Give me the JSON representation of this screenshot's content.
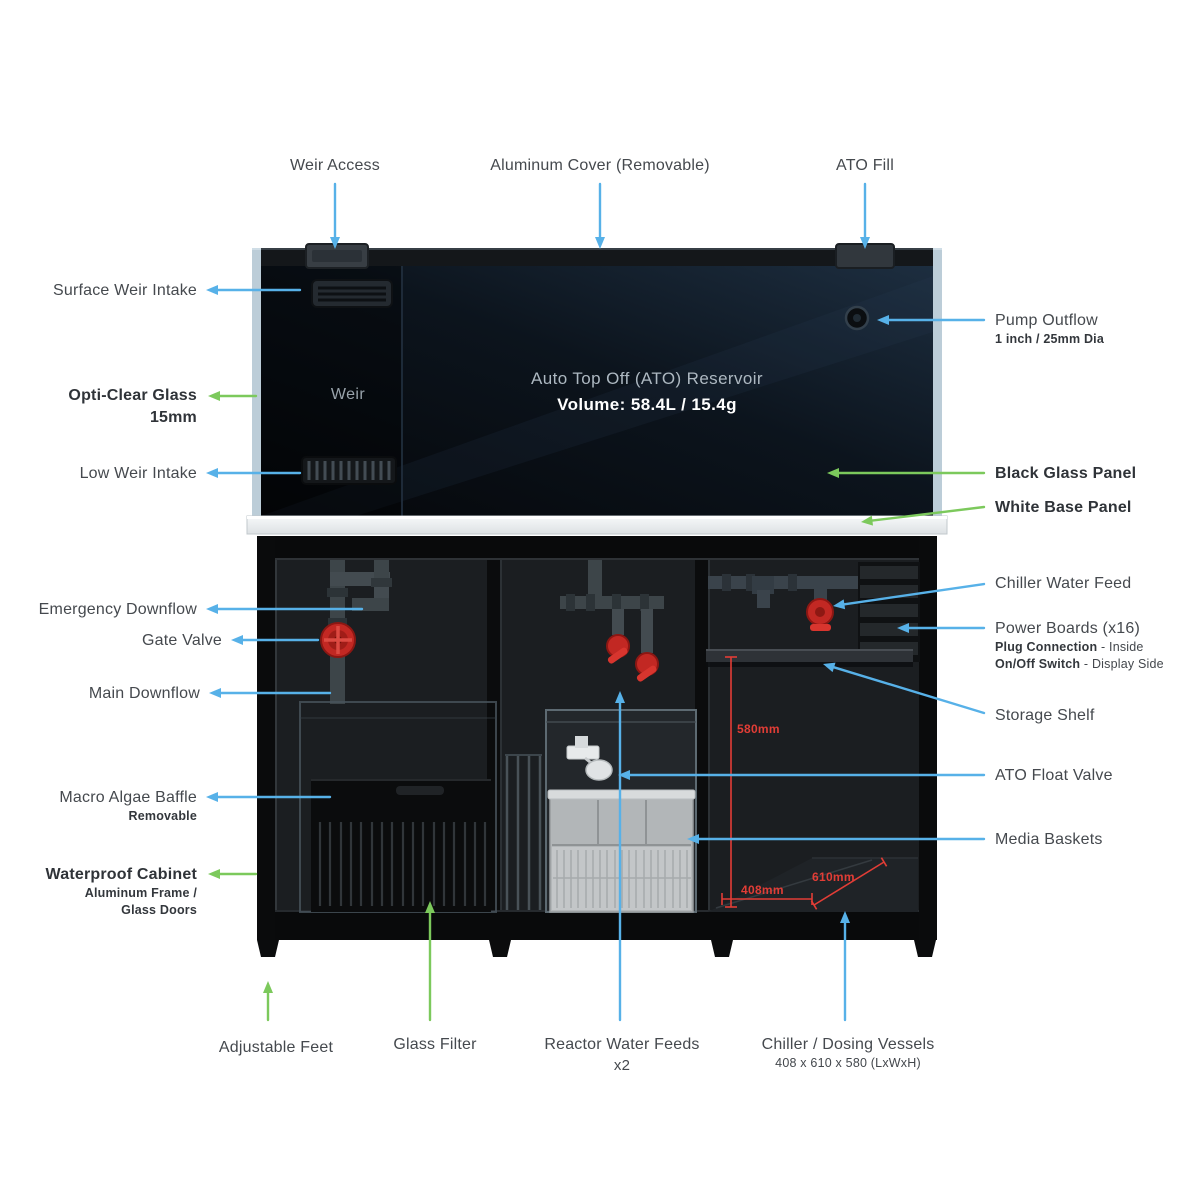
{
  "colors": {
    "arrow_blue": "#57b1e8",
    "arrow_green": "#7cc95c",
    "dimension_red": "#e23d36",
    "black_glass_panel": "#0c141d",
    "white_base_panel": "#eef0f1",
    "cabinet_black": "#0e1012"
  },
  "tank": {
    "weir": "Weir",
    "title": "Auto Top Off (ATO) Reservoir",
    "volume": "Volume: 58.4L / 15.4g"
  },
  "labels": {
    "weir_access": "Weir Access",
    "aluminum_cover": "Aluminum Cover (Removable)",
    "ato_fill": "ATO Fill",
    "surface_weir_intake": "Surface Weir Intake",
    "opti_clear_glass_1": "Opti-Clear Glass",
    "opti_clear_glass_2": "15mm",
    "low_weir_intake": "Low Weir Intake",
    "emergency_downflow": "Emergency Downflow",
    "gate_valve": "Gate Valve",
    "main_downflow": "Main Downflow",
    "macro_algae_baffle": "Macro Algae Baffle",
    "macro_algae_baffle_sub": "Removable",
    "waterproof_cabinet": "Waterproof Cabinet",
    "waterproof_cabinet_sub1": "Aluminum Frame /",
    "waterproof_cabinet_sub2": "Glass Doors",
    "pump_outflow": "Pump Outflow",
    "pump_outflow_sub": "1 inch / 25mm Dia",
    "black_glass_panel": "Black Glass Panel",
    "white_base_panel": "White Base Panel",
    "chiller_water_feed": "Chiller Water Feed",
    "power_boards": "Power Boards (x16)",
    "power_boards_sub1a": "Plug Connection",
    "power_boards_sub1b": " - Inside",
    "power_boards_sub2a": "On/Off Switch",
    "power_boards_sub2b": " - Display Side",
    "storage_shelf": "Storage Shelf",
    "ato_float_valve": "ATO Float Valve",
    "media_baskets": "Media Baskets",
    "adjustable_feet": "Adjustable Feet",
    "glass_filter": "Glass Filter",
    "reactor_water_feeds": "Reactor Water Feeds",
    "reactor_water_feeds_sub": "x2",
    "chiller_dosing": "Chiller / Dosing Vessels",
    "chiller_dosing_sub": "408 x 610 x 580 (LxWxH)"
  },
  "dimensions": {
    "d580": "580mm",
    "d610": "610mm",
    "d408": "408mm"
  }
}
